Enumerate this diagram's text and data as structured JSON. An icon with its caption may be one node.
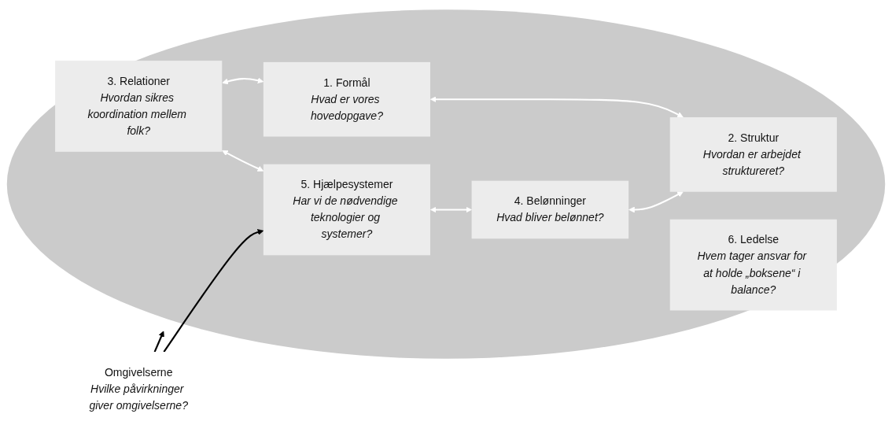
{
  "diagram": {
    "nodes": [
      {
        "text": [],
        "shape": "ellipse"
      },
      {
        "text": [
          "1. Formål",
          "Hvad er vores hovedopgave?"
        ],
        "in": 0
      },
      {
        "text": [
          "2. Struktur",
          "Hvordan er arbejdet struktureret?"
        ],
        "in": 0
      },
      {
        "text": [
          "3. Relationer",
          "Hvordan sikres koordination mellem folk?"
        ],
        "in": 0
      },
      {
        "text": [
          "6. Ledelse",
          "Hvem tager ansvar for at holde „boksene“ i balance?"
        ],
        "in": 0
      },
      {
        "text": [
          "5. Hjælpesystemer",
          "Har vi de nødvendige teknologier og systemer?"
        ],
        "in": 0
      },
      {
        "text": [
          "4. Belønninger",
          "Hvad bliver belønnet?"
        ],
        "in": 0
      },
      {
        "text": [
          "Omgivelserne",
          "Hvilke påvirkninger giver omgivelserne?"
        ]
      }
    ],
    "edges": [
      {
        "from": 3,
        "to": 1,
        "arrow": "both"
      },
      {
        "from": 1,
        "to": 2,
        "arrow": "both"
      },
      {
        "from": 3,
        "to": 5,
        "arrow": "both"
      },
      {
        "from": 6,
        "to": 2,
        "arrow": "both"
      },
      {
        "from": 5,
        "to": 6,
        "arrow": "both"
      },
      {
        "from": 7,
        "to": 0,
        "arrow": "to",
        "color": "#000000"
      },
      {
        "from": 7,
        "to": 5,
        "arrow": "to",
        "color": "#000000"
      }
    ]
  }
}
